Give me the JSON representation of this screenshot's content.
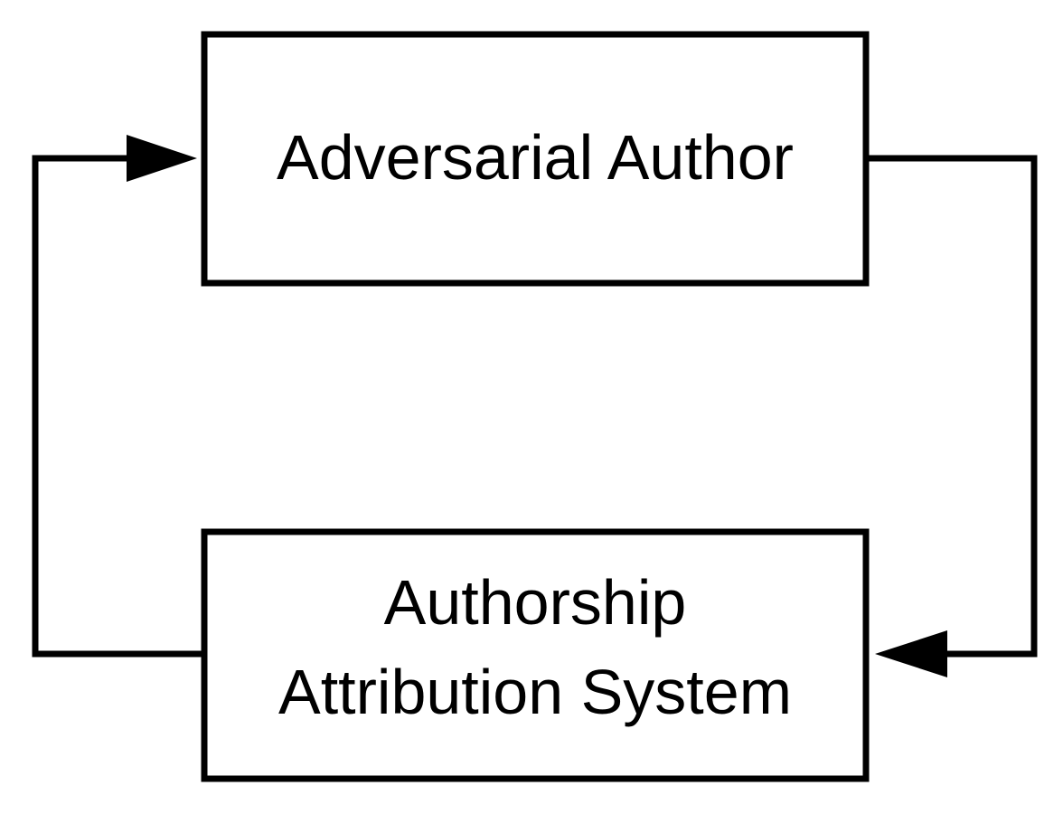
{
  "diagram": {
    "nodes": {
      "adversarial_author": {
        "label": "Adversarial Author"
      },
      "attribution_system": {
        "label_line1": "Authorship",
        "label_line2": "Attribution System"
      }
    },
    "edges": [
      {
        "from": "adversarial_author",
        "to": "attribution_system"
      },
      {
        "from": "attribution_system",
        "to": "adversarial_author"
      }
    ],
    "colors": {
      "stroke": "#000000",
      "background": "#ffffff"
    }
  }
}
